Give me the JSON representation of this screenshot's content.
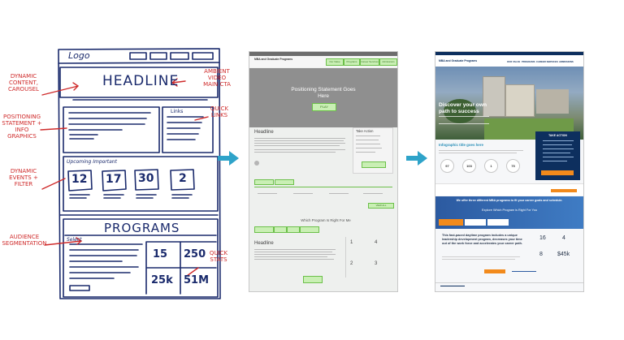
{
  "sketch": {
    "logo": "Logo",
    "headline": "HEADLINE",
    "programs": "PROGRAMS",
    "links_label": "Links",
    "upcoming_label": "Upcoming Important",
    "dates": [
      "12",
      "17",
      "30",
      "2"
    ],
    "select_label": "Select",
    "stats": [
      "15",
      "250",
      "25k",
      "51M"
    ],
    "notes_left": [
      "DYNAMIC CONTENT, CAROUSEL",
      "POSITIONING STATEMENT + INFO GRAPHICS",
      "DYNAMIC EVENTS + FILTER",
      "AUDIENCE SEGMENTATION"
    ],
    "notes_right": [
      "AMBIENT VIDEO MAIN CTA",
      "QUICK LINKS",
      "QUICK STATS"
    ]
  },
  "wireframe": {
    "site_title": "MBA and Graduate Programs",
    "nav": [
      "Our Value",
      "Programs",
      "Career Services",
      "Admissions"
    ],
    "hero_text": "Positioning Statement Goes Here",
    "play_label": "PLAY",
    "headline": "Headline",
    "take_action": "Take Action",
    "section_heading": "Which Program Is Right For Me",
    "headline2": "Headline",
    "view_all_label": "VIEW ALL"
  },
  "design": {
    "site_title": "MBA and Graduate Programs",
    "nav": [
      "OUR VALUE",
      "PROGRAMS",
      "CAREER SERVICES",
      "ADMISSIONS"
    ],
    "hero_heading": "Discover your own path to success",
    "infographic_title": "Infographic title goes here",
    "stats": [
      "97",
      "103",
      "1",
      "75"
    ],
    "take_action": "TAKE ACTION",
    "band_text": "We offer three different MBA programs to fit your career goals and schedule.",
    "band_cta": "Explore Which Program is Right For You",
    "program_text": "This fast-paced daytime program includes a unique leadership development program, decreases your time out of the work force and accelerates your career path.",
    "program_stats": [
      "16",
      "4",
      "8",
      "$45k"
    ]
  },
  "colors": {
    "arrow": "#2ea3c9",
    "ink": "#1a2a6c",
    "note_red": "#cf2b2b",
    "wire_green": "#6cc04a",
    "navy": "#0d2f5e",
    "orange": "#f28a1c"
  }
}
